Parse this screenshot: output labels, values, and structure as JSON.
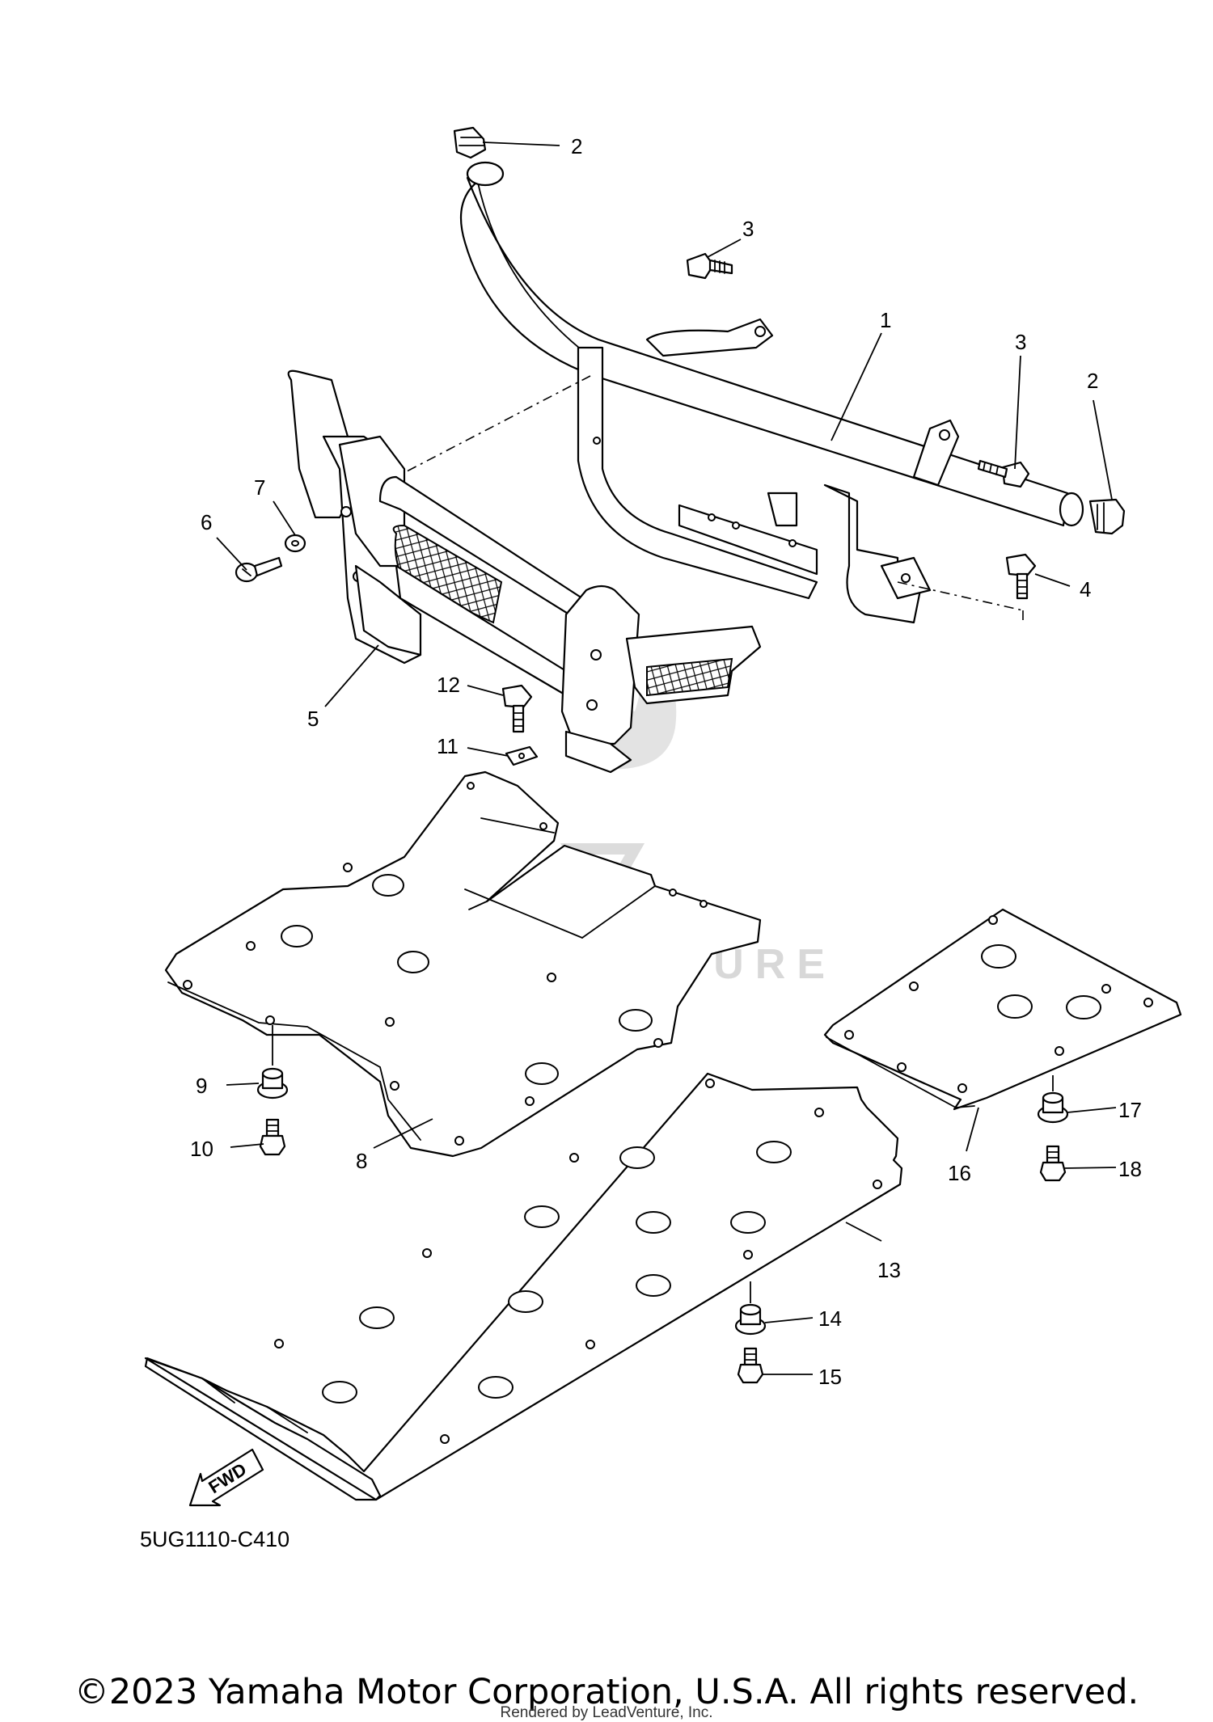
{
  "diagram_code": "5UG1110-C410",
  "fwd_label": "FWD",
  "watermark": "LEADVENTURE",
  "copyright": "©2023 Yamaha Motor Corporation, U.S.A. All rights reserved.",
  "rendered_by": "Rendered by LeadVenture, Inc.",
  "callouts": {
    "bumper_frame": "1",
    "end_cap_top": "2",
    "end_cap_right": "2",
    "bolt_upper_left": "3",
    "bolt_upper_right": "3",
    "bolt_right_lower": "4",
    "bumper_cover": "5",
    "screw": "6",
    "washer": "7",
    "skid_plate_front": "8",
    "grommet_front": "9",
    "bolt_front": "10",
    "nut_clip": "11",
    "bolt_center": "12",
    "skid_plate_main": "13",
    "grommet_main": "14",
    "bolt_main": "15",
    "skid_plate_side": "16",
    "grommet_side": "17",
    "bolt_side": "18"
  }
}
